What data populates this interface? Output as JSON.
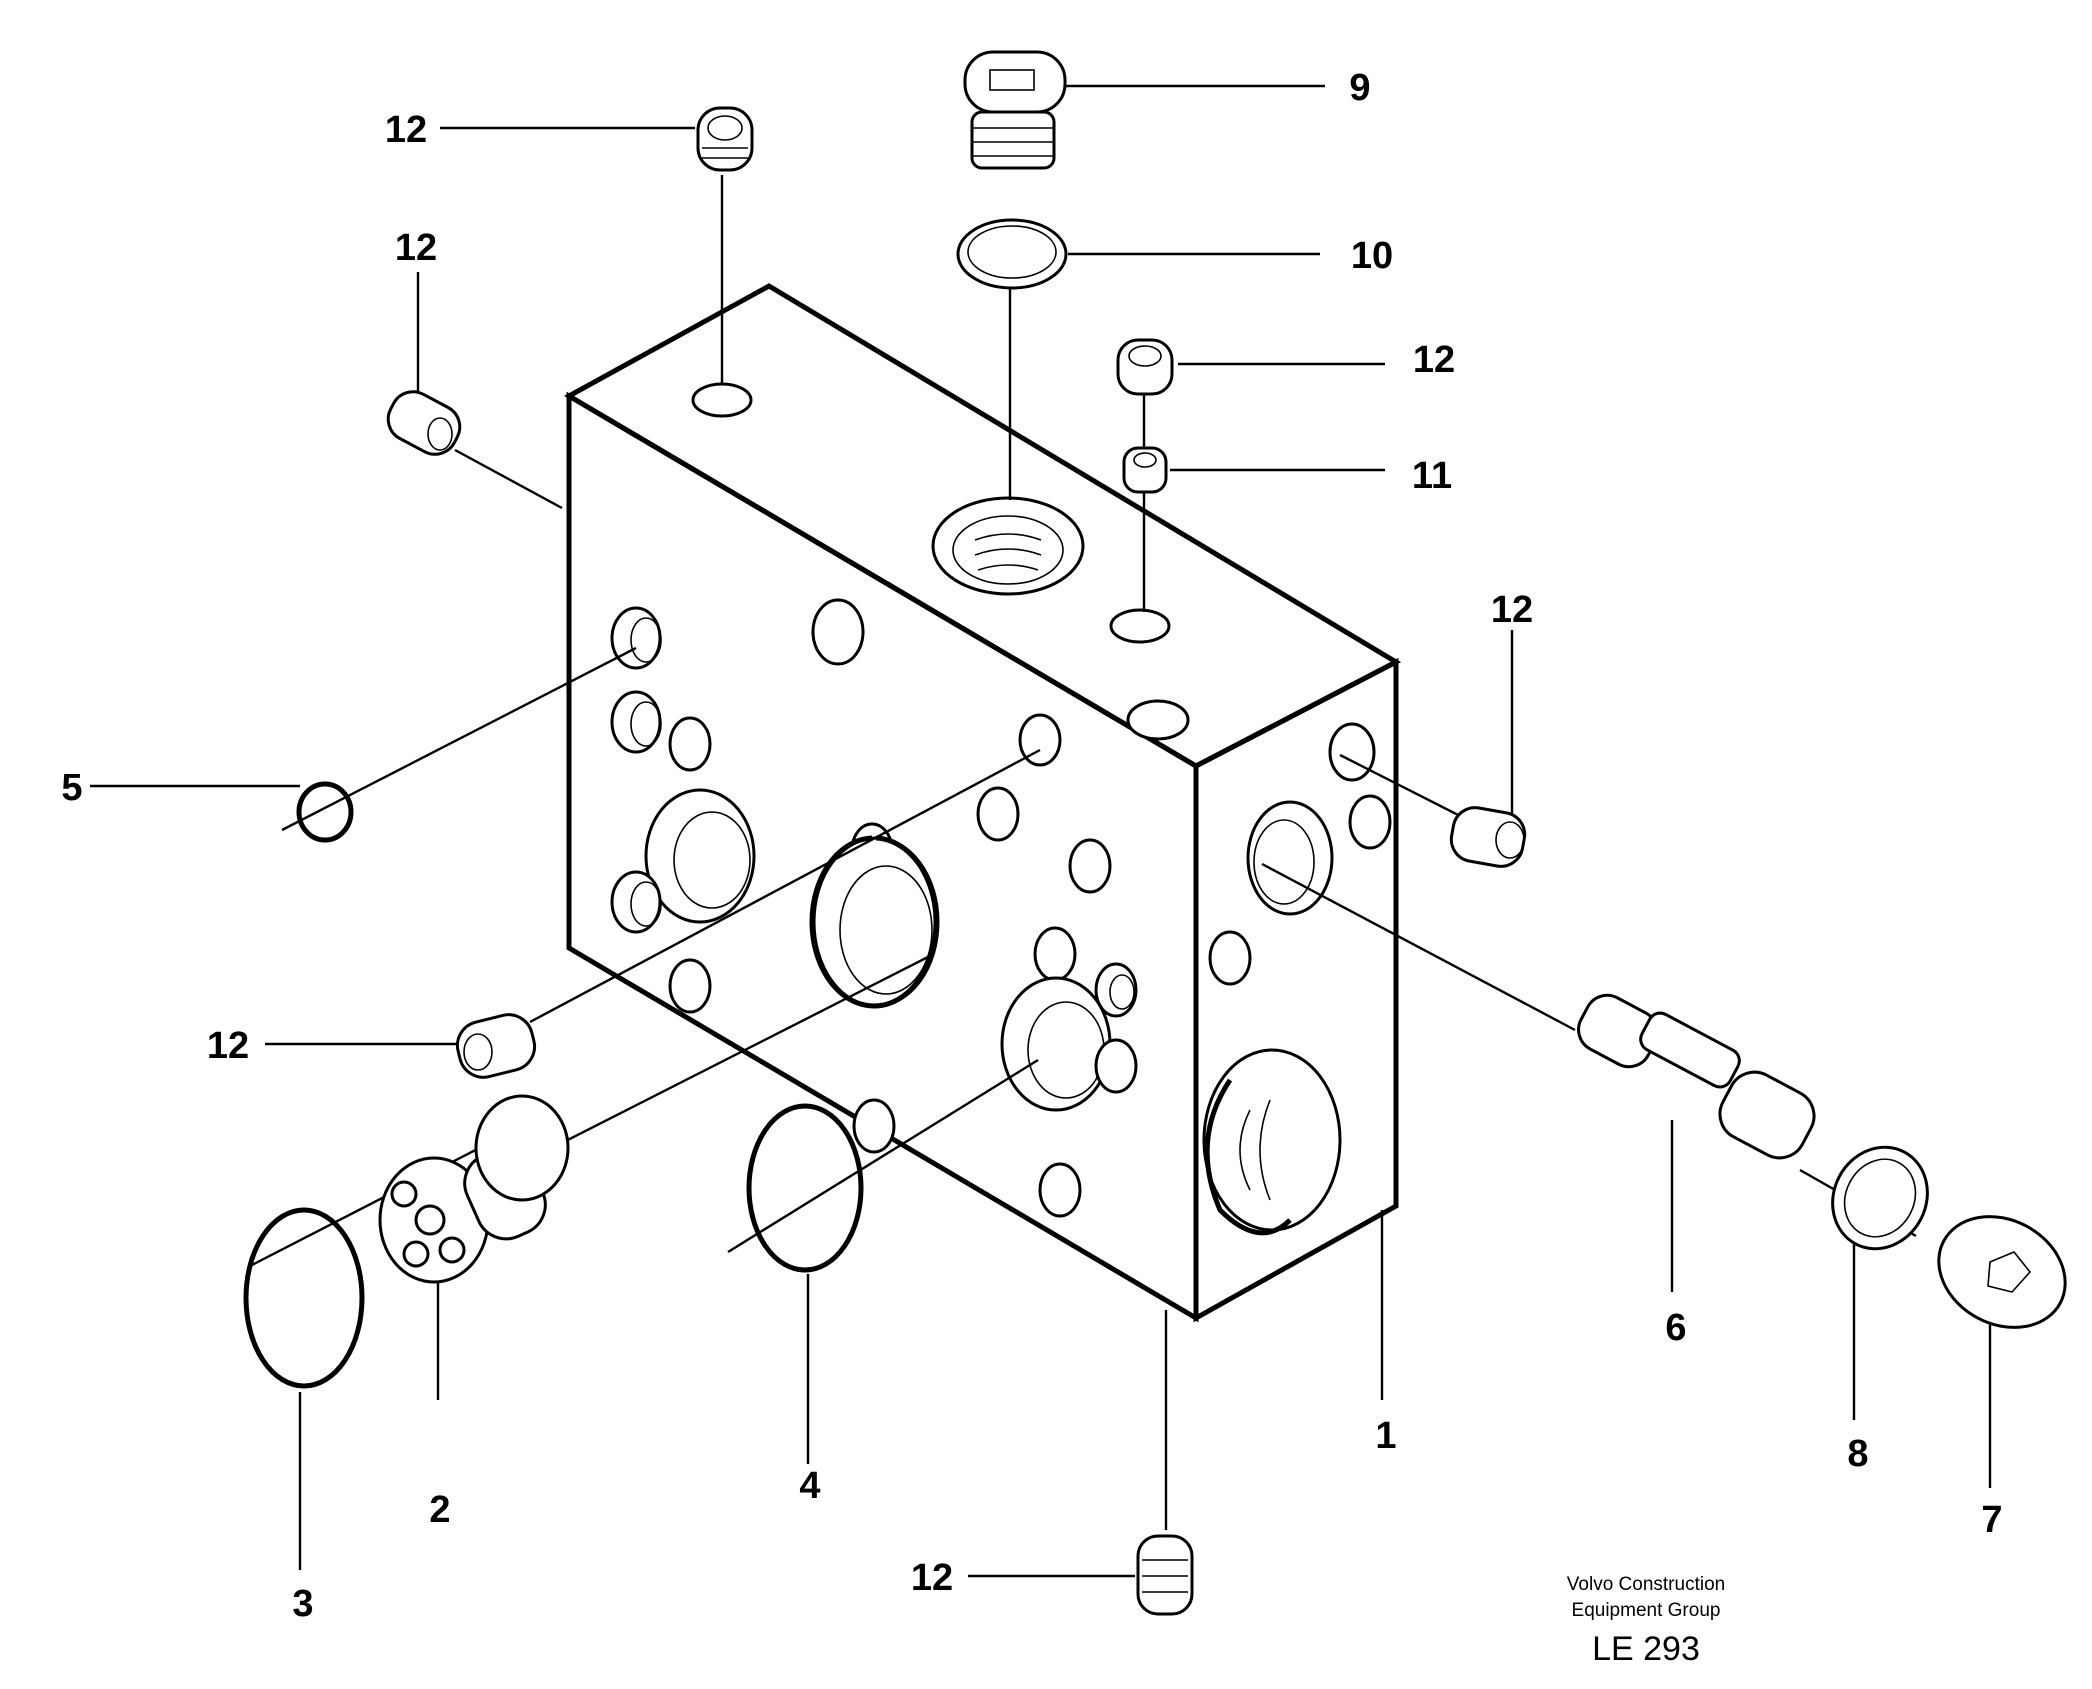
{
  "diagram": {
    "callouts": {
      "c1": "1",
      "c2": "2",
      "c3": "3",
      "c4": "4",
      "c5": "5",
      "c6": "6",
      "c7": "7",
      "c8": "8",
      "c9": "9",
      "c10": "10",
      "c11": "11",
      "c12a": "12",
      "c12b": "12",
      "c12c": "12",
      "c12d": "12",
      "c12e": "12",
      "c12f": "12"
    },
    "credit": {
      "line1": "Volvo Construction",
      "line2": "Equipment Group",
      "code": "LE 293"
    }
  }
}
